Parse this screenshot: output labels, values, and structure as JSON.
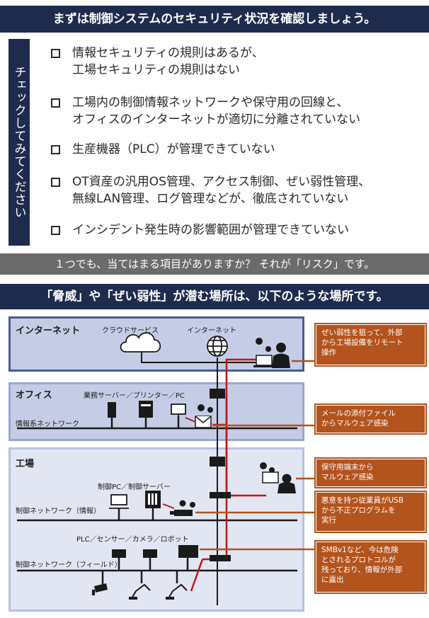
{
  "header": {
    "title": "まずは制御システムのセキュリティ状況を確認しましょう。"
  },
  "checklist": {
    "label": "チェックしてみてください",
    "items": [
      "情報セキュリティの規則はあるが、\n工場セキュリティの規則はない",
      "工場内の制御情報ネットワークや保守用の回線と、\nオフィスのインターネットが適切に分離されていない",
      "生産機器（PLC）が管理できていない",
      "OT資産の汎用OS管理、アクセス制御、ぜい弱性管理、\n無線LAN管理、ログ管理などが、徹底されていない",
      "インシデント発生時の影響範囲が管理できていない"
    ],
    "summary": "１つでも、当てはまる項目がありますか？ それが「リスク」です。"
  },
  "threats": {
    "title": "「脅威」や「ぜい弱性」が潜む場所は、以下のような場所です。",
    "zones": {
      "internet": {
        "title": "インターネット",
        "cloud_label": "クラウドサービス",
        "internet_label": "インターネット"
      },
      "office": {
        "title": "オフィス",
        "servers_label": "業務サーバー／プリンター／PC",
        "network_label": "情報系ネットワーク"
      },
      "factory": {
        "title": "工場",
        "pc_label": "制御PC／制御サーバー",
        "info_network_label": "制御ネットワーク（情報）",
        "devices_label": "PLC／センサー／カメラ／ロボット",
        "field_network_label": "制御ネットワーク（フィールド）"
      }
    },
    "callouts": [
      "ぜい弱性を狙って、外部\nから工場設備をリモート\n操作",
      "メールの添付ファイル\nからマルウェア感染",
      "保守用端末から\nマルウェア感染",
      "悪意を持つ従業員がUSB\nから不正プログラムを\n実行",
      "SMBv1など、今は危険\nとされるプロトコルが\n残っており、情報が外部\nに露出"
    ]
  },
  "colors": {
    "navy": "#1f2b4d",
    "attack": "#b3531d",
    "attack_line": "#c0141c",
    "gray": "#6b6b6b"
  }
}
